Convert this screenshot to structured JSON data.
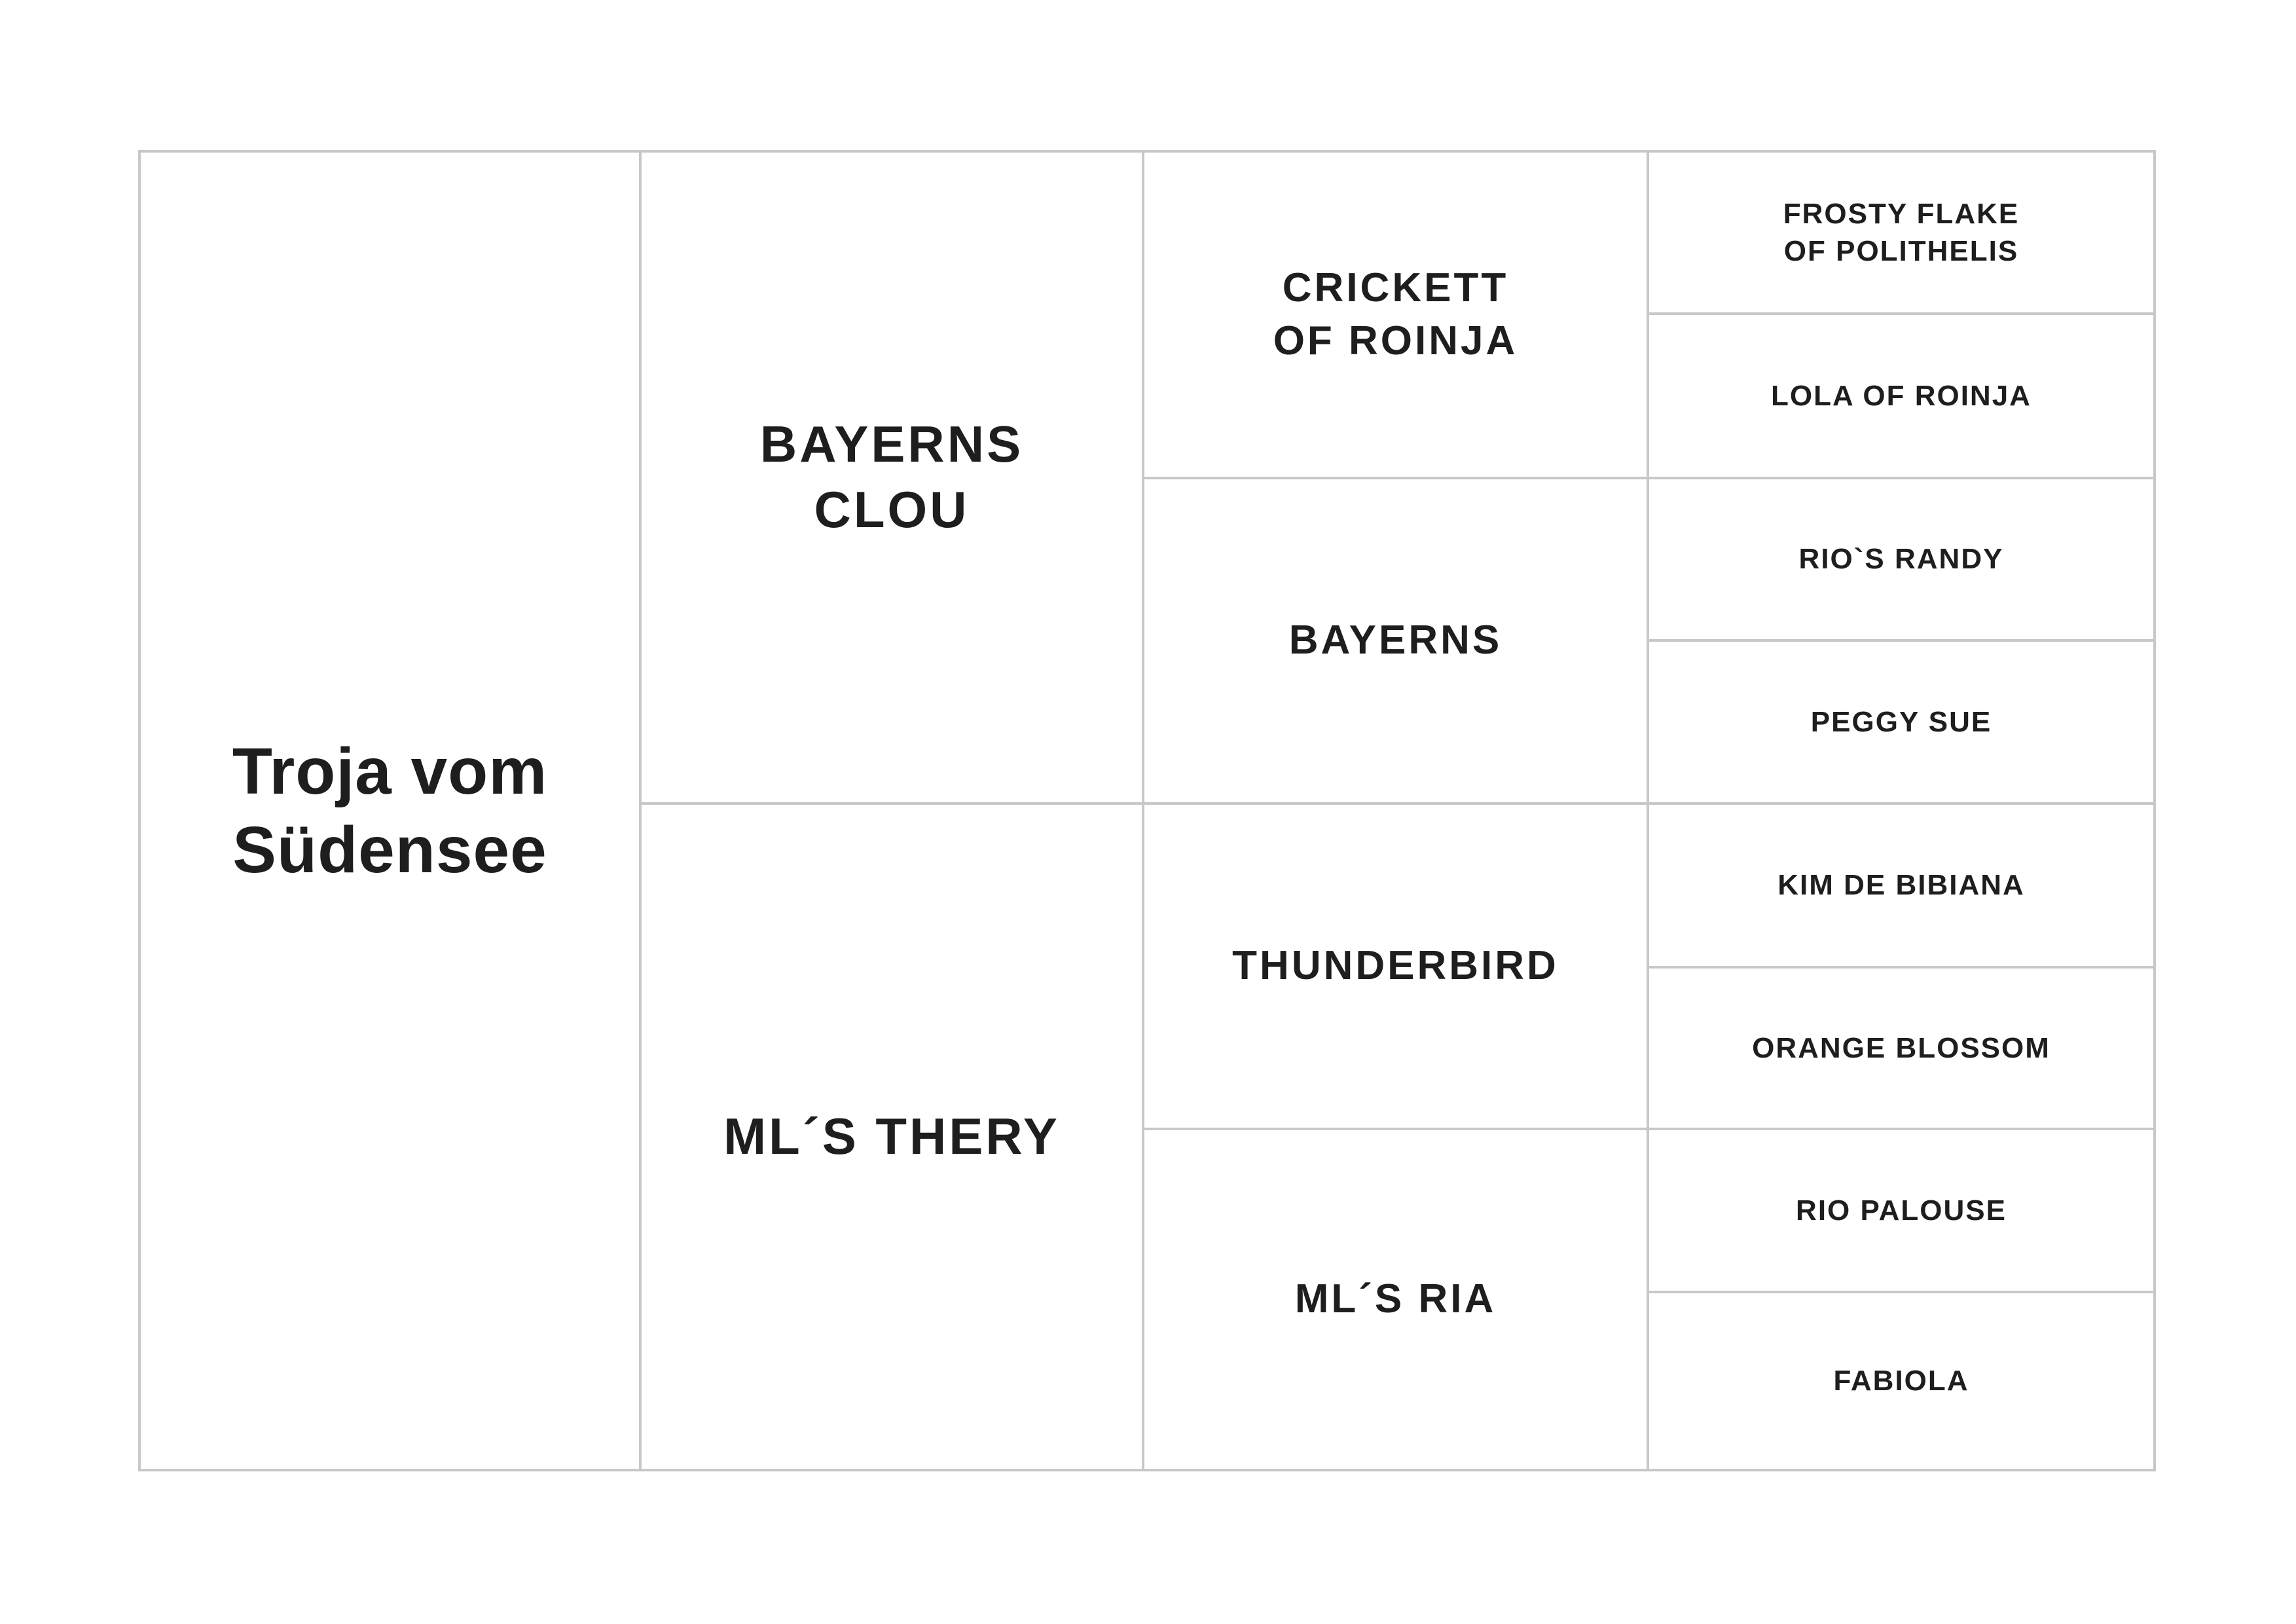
{
  "pedigree": {
    "subject": "Troja vom\nSüdensee",
    "parents": [
      "BAYERNS\nCLOU",
      "ML´S THERY"
    ],
    "grandparents": [
      "CRICKETT\nOF ROINJA",
      "BAYERNS",
      "THUNDERBIRD",
      "ML´S RIA"
    ],
    "great_grandparents": [
      "FROSTY FLAKE\nOF POLITHELIS",
      "LOLA OF ROINJA",
      "RIO`S RANDY",
      "PEGGY SUE",
      "KIM DE BIBIANA",
      "ORANGE BLOSSOM",
      "RIO PALOUSE",
      "FABIOLA"
    ]
  }
}
